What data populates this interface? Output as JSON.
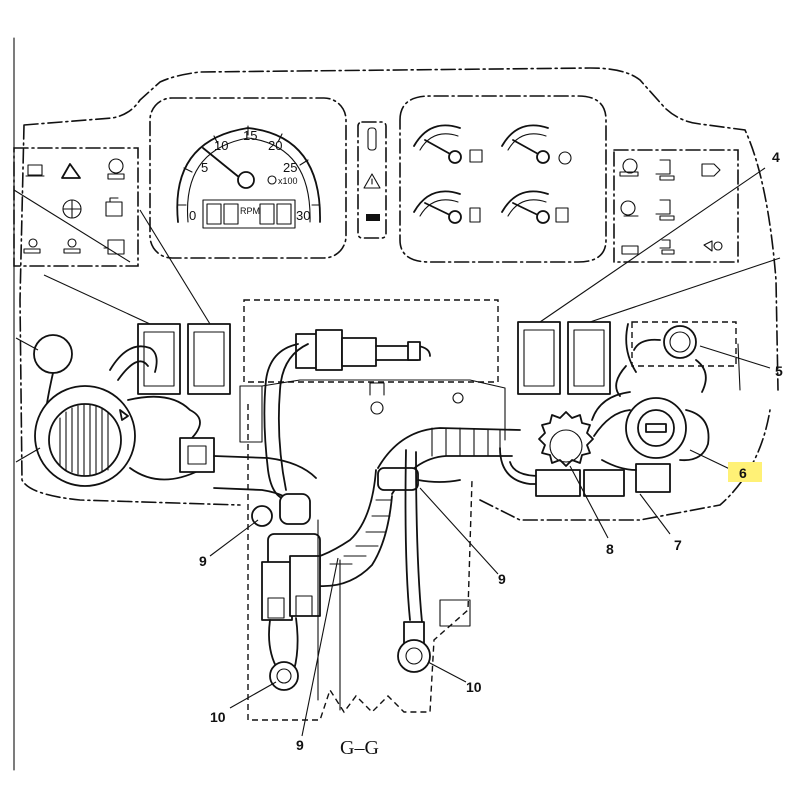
{
  "section_label": "G–G",
  "tachometer": {
    "scale": [
      "0",
      "5",
      "10",
      "15",
      "20",
      "25",
      "30"
    ],
    "unit": "x100",
    "display_text": "RPM"
  },
  "callouts": [
    {
      "id": "c4",
      "label": "4",
      "highlighted": false
    },
    {
      "id": "c5",
      "label": "5",
      "highlighted": false
    },
    {
      "id": "c6",
      "label": "6",
      "highlighted": true
    },
    {
      "id": "c7",
      "label": "7",
      "highlighted": false
    },
    {
      "id": "c8",
      "label": "8",
      "highlighted": false
    },
    {
      "id": "c9a",
      "label": "9",
      "highlighted": false
    },
    {
      "id": "c9b",
      "label": "9",
      "highlighted": false
    },
    {
      "id": "c9c",
      "label": "9",
      "highlighted": false
    },
    {
      "id": "c10a",
      "label": "10",
      "highlighted": false
    },
    {
      "id": "c10b",
      "label": "10",
      "highlighted": false
    }
  ],
  "colors": {
    "line": "#111111",
    "highlight": "#fff176",
    "highlight_text": "#2e8b1e"
  }
}
